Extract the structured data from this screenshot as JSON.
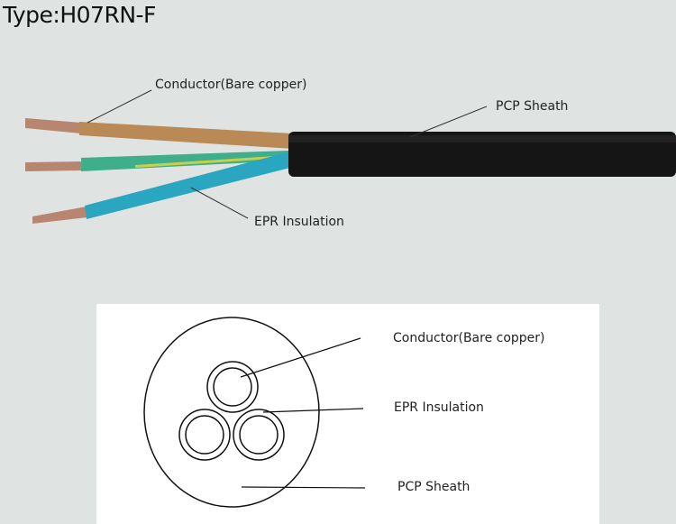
{
  "title": "Type:H07RN-F",
  "photo_labels": {
    "conductor": "Conductor(Bare copper)",
    "sheath": "PCP Sheath",
    "insulation": "EPR Insulation"
  },
  "diagram_labels": {
    "conductor": "Conductor(Bare copper)",
    "insulation": "EPR Insulation",
    "sheath": "PCP Sheath"
  },
  "colors": {
    "background": "#dfe4e3",
    "sheath": "#151515",
    "brown_wire": "#b98a55",
    "green_yellow_wire": "#3fae8a",
    "blue_wire": "#2aa6c0",
    "copper": "#b88670"
  }
}
